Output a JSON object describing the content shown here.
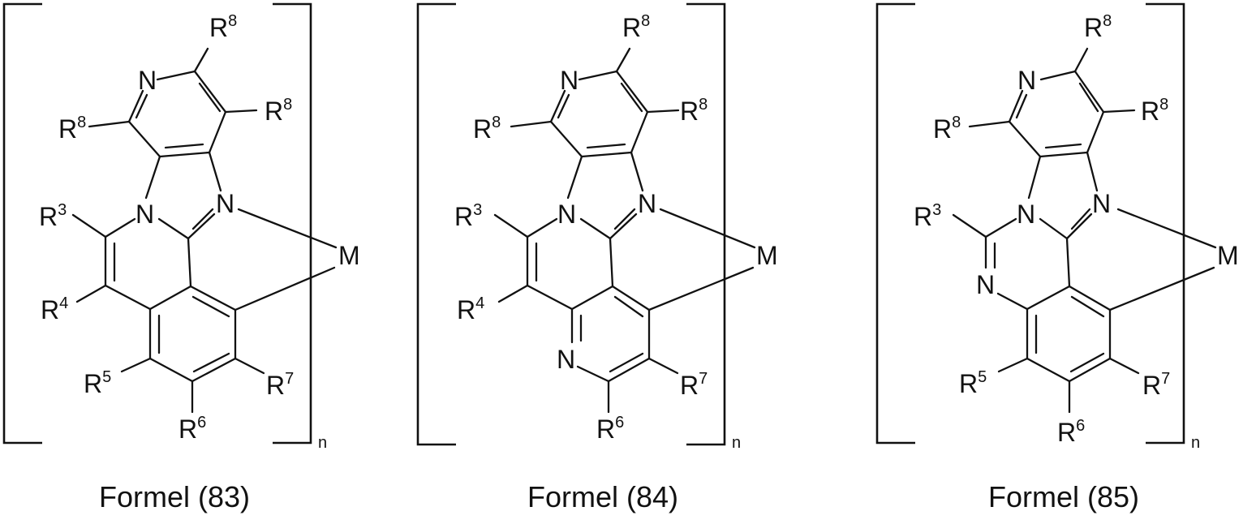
{
  "colors": {
    "ink": "#111111",
    "background": "#ffffff"
  },
  "labels": {
    "r3": "R",
    "r3_sup": "3",
    "r4": "R",
    "r4_sup": "4",
    "r5": "R",
    "r5_sup": "5",
    "r6": "R",
    "r6_sup": "6",
    "r7": "R",
    "r7_sup": "7",
    "r8": "R",
    "r8_sup": "8",
    "nitrogen": "N",
    "metal": "M",
    "repeat_index": "n"
  },
  "formulas": [
    {
      "caption": "Formel (83)"
    },
    {
      "caption": "Formel (84)"
    },
    {
      "caption": "Formel (85)"
    }
  ]
}
